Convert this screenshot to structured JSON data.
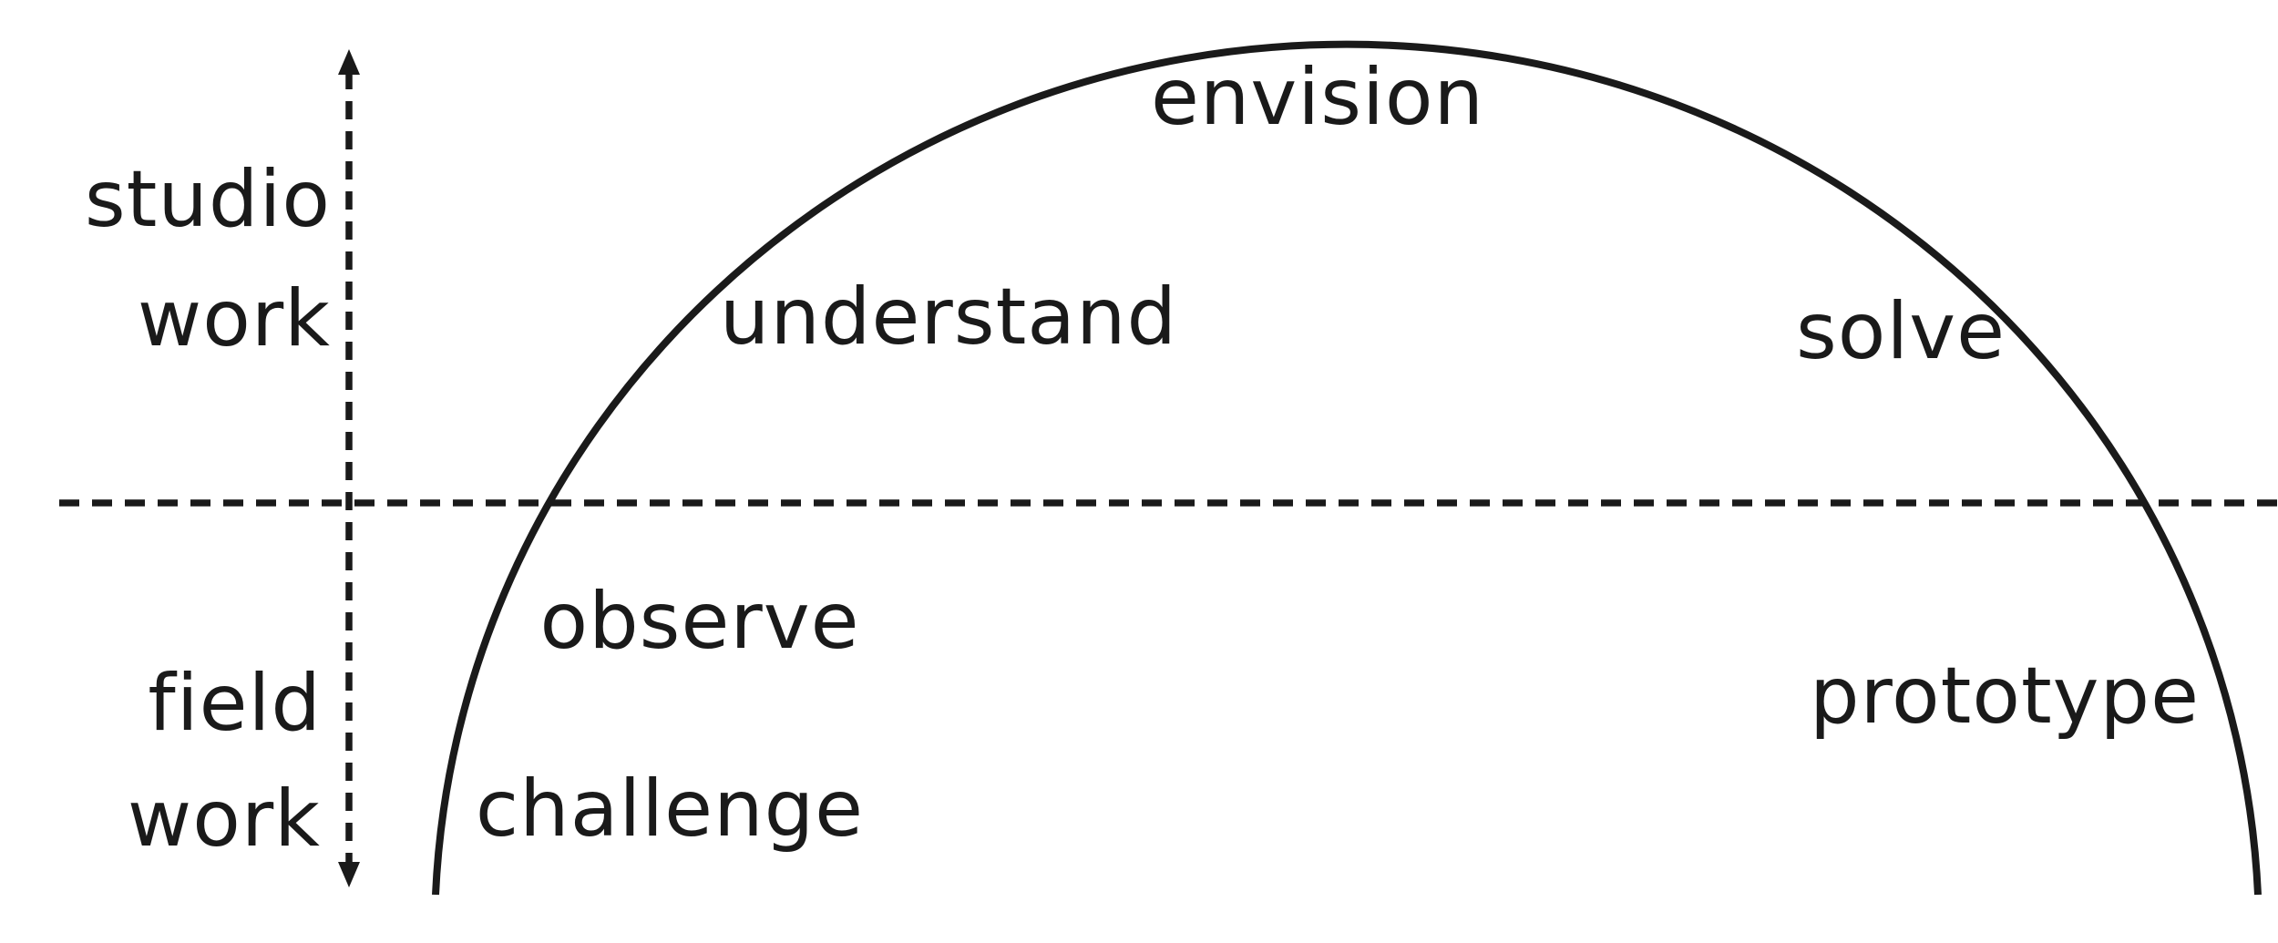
{
  "colors": {
    "background": "#ffffff",
    "ink": "#1a1a1a"
  },
  "axis_labels": {
    "studio_work": {
      "line1": "studio",
      "line2": "work"
    },
    "field_work": {
      "line1": "field",
      "line2": "work"
    }
  },
  "phase_labels": {
    "envision": "envision",
    "understand": "understand",
    "solve": "solve",
    "observe": "observe",
    "challenge": "challenge",
    "prototype": "prototype"
  }
}
